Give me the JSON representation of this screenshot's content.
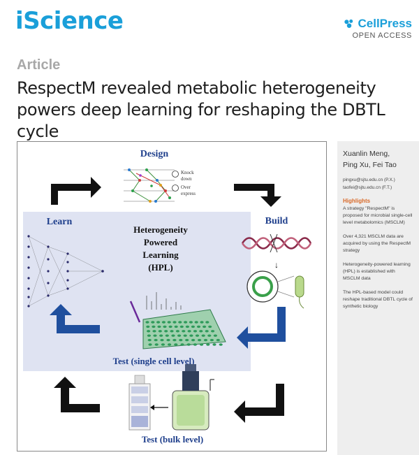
{
  "header": {
    "journal": "iScience",
    "publisher": "CellPress",
    "access": "OPEN ACCESS"
  },
  "article": {
    "type": "Article",
    "title": "RespectM revealed metabolic heterogeneity powers deep learning for reshaping the DBTL cycle"
  },
  "figure": {
    "design": "Design",
    "build": "Build",
    "learn": "Learn",
    "test_single": "Test (single cell level)",
    "test_bulk": "Test (bulk level)",
    "hpl_line1": "Heterogeneity",
    "hpl_line2": "Powered",
    "hpl_line3": "Learning",
    "hpl_line4": "(HPL)",
    "knock_down": [
      "Knock",
      "down"
    ],
    "over_express": [
      "Over",
      "express"
    ],
    "colors": {
      "arrow_black": "#111111",
      "arrow_blue": "#1f4f9e",
      "title_blue": "#1f3f8c",
      "panel_bg": "#dfe3f2",
      "microarray": "#2e9a5a"
    }
  },
  "sidebar": {
    "authors_line1": "Xuanlin Meng,",
    "authors_line2": "Ping Xu, Fei Tao",
    "email1": "pingxu@sjtu.edu.cn (P.X.)",
    "email2": "taofei@sjtu.edu.cn (F.T.)",
    "highlights_title": "Highlights",
    "highlights": [
      "A strategy \"RespectM\" is proposed for microbial single-cell level metabolomics (MSCLM)",
      "Over 4,321 MSCLM data are acquired by using the RespectM strategy",
      "Heterogeneity-powered learning (HPL) is established with MSCLM data",
      "The HPL-based model could reshape traditional DBTL cycle of synthetic biology"
    ]
  }
}
